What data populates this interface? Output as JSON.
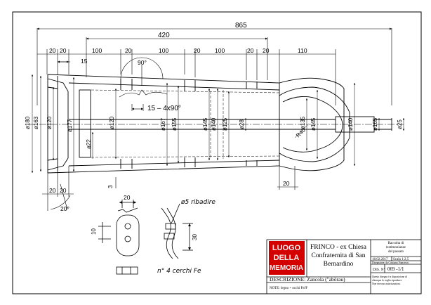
{
  "drawing": {
    "dims_top": {
      "overall": "865",
      "partial": "420",
      "segments": [
        "20",
        "20",
        "100",
        "20",
        "100",
        "20",
        "100",
        "20",
        "20",
        "110"
      ],
      "note_15": "15"
    },
    "angle_top": "90°",
    "bevel_note": "15 – 4x90°",
    "diameters": [
      "ø180",
      "ø163",
      "ø120",
      "ø177",
      "ø120",
      "ø167",
      "ø155",
      "ø145",
      "ø140",
      "ø125",
      "ø28",
      "ø135",
      "ø145",
      "ø140",
      "ø165",
      "ø25"
    ],
    "small_dims": {
      "d22": "ø22",
      "r40": "R40",
      "three": "3"
    },
    "dims_bottom": [
      "20",
      "20",
      "20"
    ],
    "angle_bottom": "20°",
    "detail": {
      "top_20": "20",
      "left_10": "10",
      "right_30": "30",
      "rivet_note": "ø5 ribadire",
      "rings_note": "n° 4 cerchi Fe"
    }
  },
  "title_block": {
    "logo": [
      "LUOGO",
      "DELLA",
      "MEMORIA"
    ],
    "title_lines": [
      "FRINCO - ex Chiesa",
      "Confraternita di San",
      "Bernardino"
    ],
    "description": "DESCRIZIONE: Zancola (\"abörau)",
    "note": "NOTE: legno + occhi FeJF",
    "side": {
      "l1": "Raccolta di",
      "l2": "testimonianze",
      "l3": "del passato",
      "date": "18.02.2017",
      "scale": "Scala  1:2,5",
      "designer": "Disegnatore: da Cristiano Francesco",
      "disn": "DIS. N°",
      "num": "069 -1/1",
      "fine": [
        "Questo disegno è a disposizione di",
        "chiunque lo voglia riprodurre.",
        "Non servono autorizzazioni."
      ]
    }
  }
}
